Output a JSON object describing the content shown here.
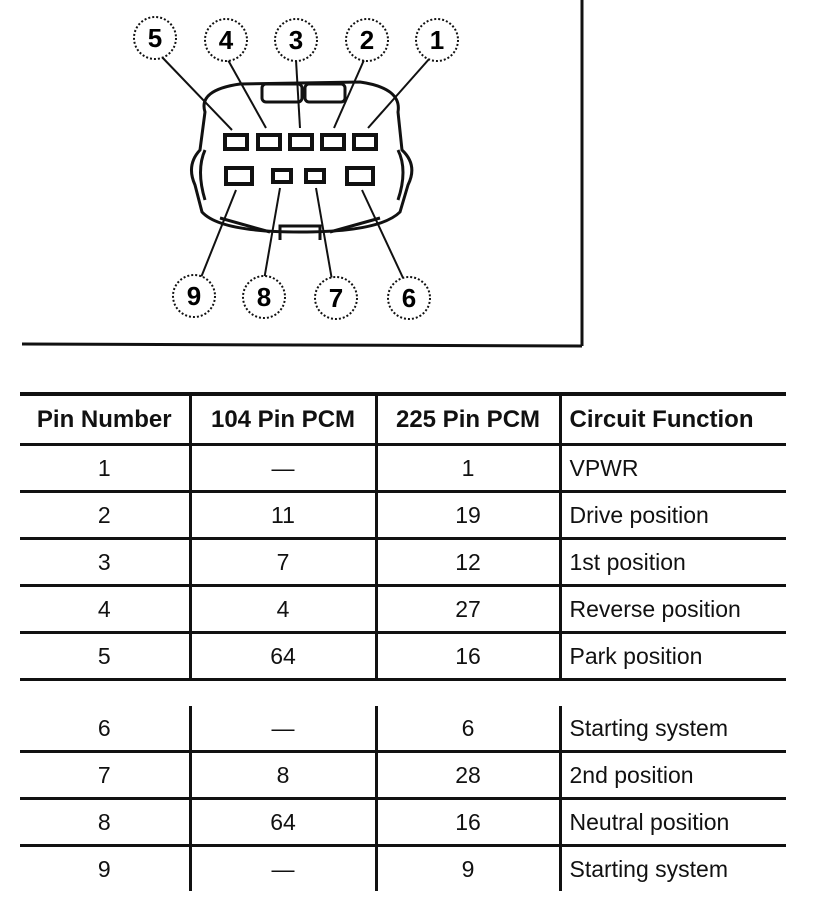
{
  "connector": {
    "pins_top": [
      "5",
      "4",
      "3",
      "2",
      "1"
    ],
    "pins_bottom": [
      "9",
      "8",
      "7",
      "6"
    ]
  },
  "table": {
    "headers": [
      "Pin Number",
      "104 Pin PCM",
      "225 Pin PCM",
      "Circuit Function"
    ],
    "rows_top": [
      {
        "pin": "1",
        "pcm104": "—",
        "pcm225": "1",
        "function": "VPWR"
      },
      {
        "pin": "2",
        "pcm104": "11",
        "pcm225": "19",
        "function": "Drive position"
      },
      {
        "pin": "3",
        "pcm104": "7",
        "pcm225": "12",
        "function": "1st position"
      },
      {
        "pin": "4",
        "pcm104": "4",
        "pcm225": "27",
        "function": "Reverse position"
      },
      {
        "pin": "5",
        "pcm104": "64",
        "pcm225": "16",
        "function": "Park position"
      }
    ],
    "rows_bottom": [
      {
        "pin": "6",
        "pcm104": "—",
        "pcm225": "6",
        "function": "Starting system"
      },
      {
        "pin": "7",
        "pcm104": "8",
        "pcm225": "28",
        "function": "2nd position"
      },
      {
        "pin": "8",
        "pcm104": "64",
        "pcm225": "16",
        "function": "Neutral position"
      },
      {
        "pin": "9",
        "pcm104": "—",
        "pcm225": "9",
        "function": "Starting system"
      }
    ]
  }
}
